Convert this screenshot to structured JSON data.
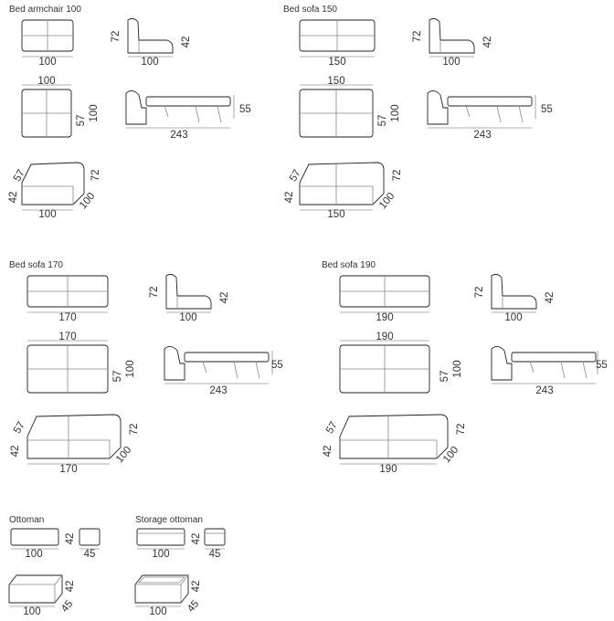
{
  "groups": {
    "bed_armchair_100": {
      "title": "Bed armchair 100",
      "front_width": "100",
      "side_height": "72",
      "side_seat": "42",
      "side_depth": "100",
      "top_width": "100",
      "top_depth_a": "57",
      "top_depth_b": "100",
      "bed_height": "55",
      "bed_length": "243",
      "persp_back": "57",
      "persp_seat": "42",
      "persp_height": "72",
      "persp_width": "100",
      "persp_depth": "100"
    },
    "bed_sofa_150": {
      "title": "Bed sofa 150",
      "front_width": "150",
      "side_height": "72",
      "side_seat": "42",
      "side_depth": "100",
      "top_width": "150",
      "top_depth_a": "57",
      "top_depth_b": "100",
      "bed_height": "55",
      "bed_length": "243",
      "persp_back": "57",
      "persp_seat": "42",
      "persp_height": "72",
      "persp_width": "150",
      "persp_depth": "100"
    },
    "bed_sofa_170": {
      "title": "Bed sofa 170",
      "front_width": "170",
      "side_height": "72",
      "side_seat": "42",
      "side_depth": "100",
      "top_width": "170",
      "top_depth_a": "57",
      "top_depth_b": "100",
      "bed_height": "55",
      "bed_length": "243",
      "persp_back": "57",
      "persp_seat": "42",
      "persp_height": "72",
      "persp_width": "170",
      "persp_depth": "100"
    },
    "bed_sofa_190": {
      "title": "Bed sofa 190",
      "front_width": "190",
      "side_height": "72",
      "side_seat": "42",
      "side_depth": "100",
      "top_width": "190",
      "top_depth_a": "57",
      "top_depth_b": "100",
      "bed_height": "55",
      "bed_length": "243",
      "persp_back": "57",
      "persp_seat": "42",
      "persp_height": "72",
      "persp_width": "190",
      "persp_depth": "100"
    },
    "ottoman": {
      "title": "Ottoman",
      "front_width": "100",
      "side_height": "42",
      "side_depth": "45",
      "persp_height": "42",
      "persp_width": "100",
      "persp_depth": "45"
    },
    "storage_ottoman": {
      "title": "Storage ottoman",
      "front_width": "100",
      "side_height": "42",
      "side_depth": "45",
      "persp_height": "42",
      "persp_width": "100",
      "persp_depth": "45"
    }
  }
}
